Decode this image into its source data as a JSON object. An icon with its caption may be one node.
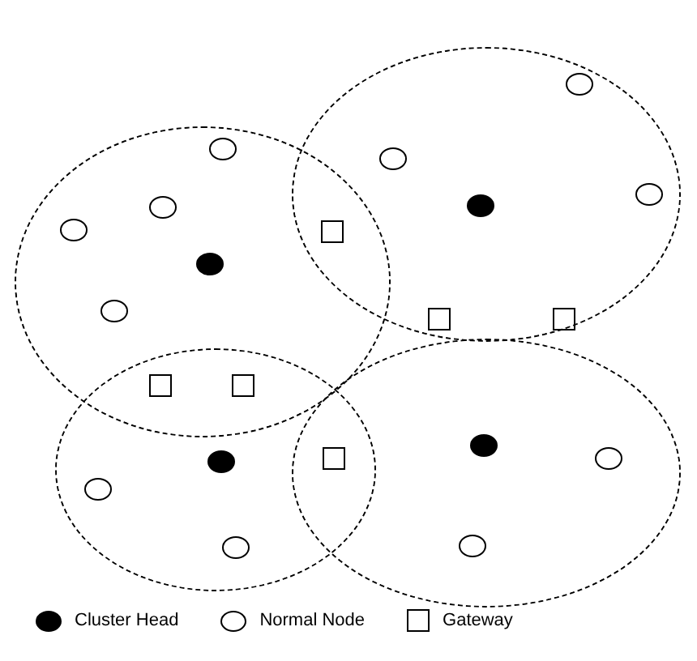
{
  "diagram": {
    "nodes": [
      {
        "text": [],
        "shape": "circle"
      },
      {
        "text": [],
        "shape": "circle"
      },
      {
        "text": [],
        "shape": "circle"
      },
      {
        "text": [],
        "shape": "circle"
      },
      {
        "text": [],
        "shape": "circle",
        "in": 1
      },
      {
        "text": [],
        "shape": "circle",
        "in": 0
      },
      {
        "text": [],
        "shape": "circle",
        "in": 1
      },
      {
        "text": [],
        "shape": "circle",
        "in": 1
      },
      {
        "text": [],
        "shape": "dot",
        "in": 1
      },
      {
        "text": [],
        "shape": "circle",
        "in": 0
      },
      {
        "text": [],
        "shape": "circle",
        "in": 0
      },
      {
        "text": [],
        "shape": "box"
      },
      {
        "text": [],
        "shape": "dot",
        "in": 0
      },
      {
        "text": [],
        "shape": "circle",
        "in": 0
      },
      {
        "text": [],
        "shape": "box",
        "in": 1
      },
      {
        "text": [],
        "shape": "box",
        "in": 1
      },
      {
        "text": [],
        "shape": "box"
      },
      {
        "text": [],
        "shape": "box"
      },
      {
        "text": [],
        "shape": "dot",
        "in": 3
      },
      {
        "text": [],
        "shape": "box"
      },
      {
        "text": [],
        "shape": "circle",
        "in": 3
      },
      {
        "text": [],
        "shape": "dot",
        "in": 2
      },
      {
        "text": [],
        "shape": "circle",
        "in": 2
      },
      {
        "text": [],
        "shape": "circle",
        "in": 3
      },
      {
        "text": [],
        "shape": "circle",
        "in": 2
      }
    ],
    "edges": [],
    "legend": [
      {
        "text": "Cluster Head"
      },
      {
        "text": "Normal Node"
      },
      {
        "text": "Gateway"
      }
    ]
  }
}
